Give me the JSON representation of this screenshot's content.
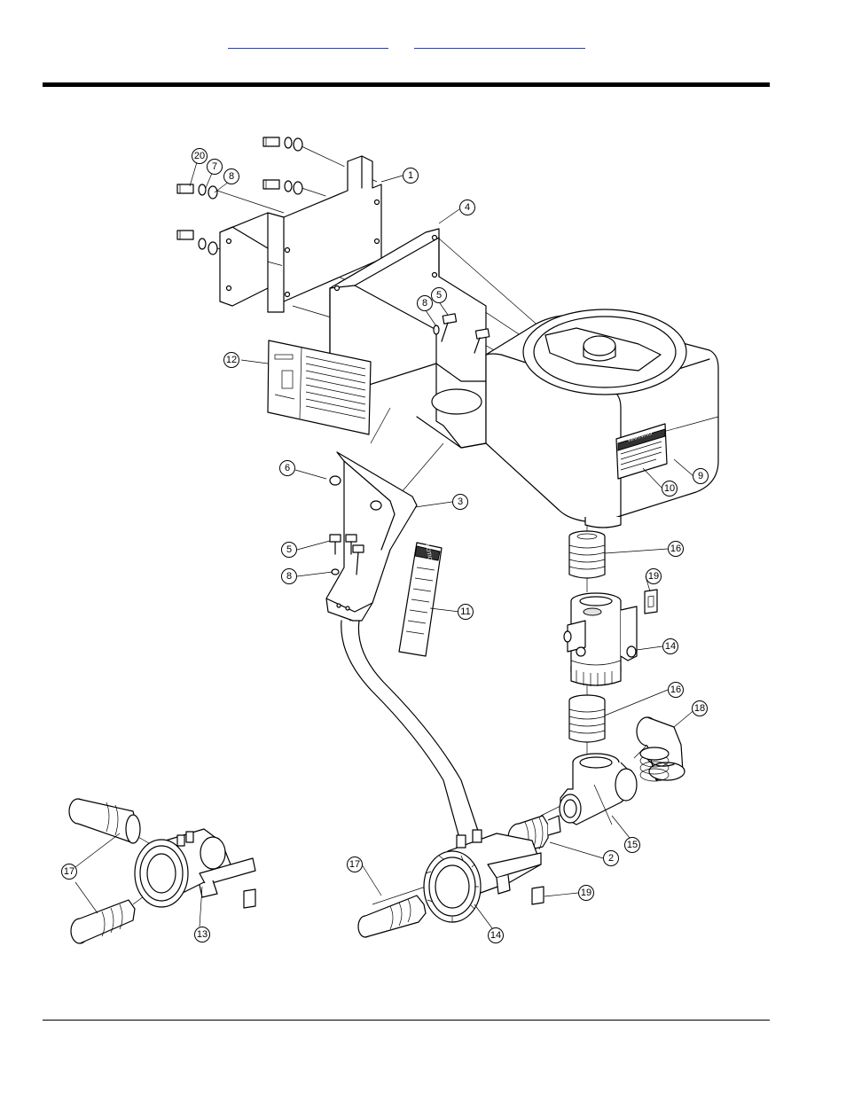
{
  "header": {
    "link_1": "",
    "link_2": ""
  },
  "callouts": [
    "1",
    "2",
    "3",
    "4",
    "5",
    "5",
    "6",
    "7",
    "8",
    "8",
    "8",
    "9",
    "10",
    "11",
    "12",
    "13",
    "14",
    "14",
    "15",
    "16",
    "16",
    "17",
    "17",
    "18",
    "19",
    "19",
    "20"
  ],
  "labels": {
    "warning_decal_title": "WARNING",
    "notice_decal_title": "NOTICE"
  }
}
